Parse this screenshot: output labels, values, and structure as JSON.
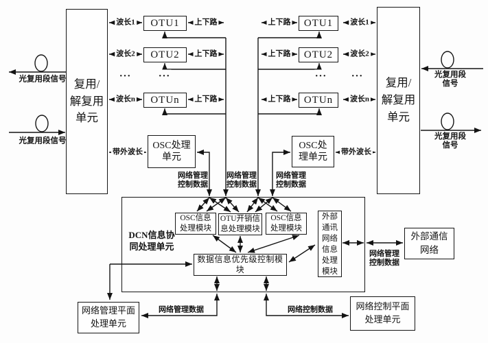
{
  "boxes": {
    "mux_left": "复用/\n解复用\n单元",
    "mux_right": "复用/\n解复用\n单元",
    "otu1": "OTU1",
    "otu2": "OTU2",
    "otun": "OTUn",
    "osc_left": "OSC处理\n单元",
    "osc_right": "OSC处\n理单元",
    "dcn": "DCN信息协\n同处理单元",
    "module_osc_left": "OSC信息\n处理模块",
    "module_otu_overhead": "OTU开销信\n息处理模块",
    "module_osc_right": "OSC信息\n处理模块",
    "module_external_comm": "外部\n通讯\n网络\n信息\n处理\n模块",
    "module_priority": "数据信息优先级控制模块",
    "external_network": "外部通信\n网络",
    "mgmt_plane": "网络管理平面\n处理单元",
    "ctrl_plane": "网络控制平面\n处理单元"
  },
  "labels": {
    "wavelength_1": "波长1",
    "wavelength_2": "波长2",
    "wavelength_n": "波长n",
    "add_drop": "上下路",
    "oob_wavelength": "带外波长",
    "oms_signal": "光复用段信号",
    "nm_ctrl_data": "网络管理\n控制数据",
    "nm_data": "网络管理数据",
    "nc_data": "网络控制数据",
    "ellipsis": "..."
  },
  "colors": {
    "line": "#141414",
    "background": "#fdfdfd",
    "box_background": "#fefefe"
  }
}
